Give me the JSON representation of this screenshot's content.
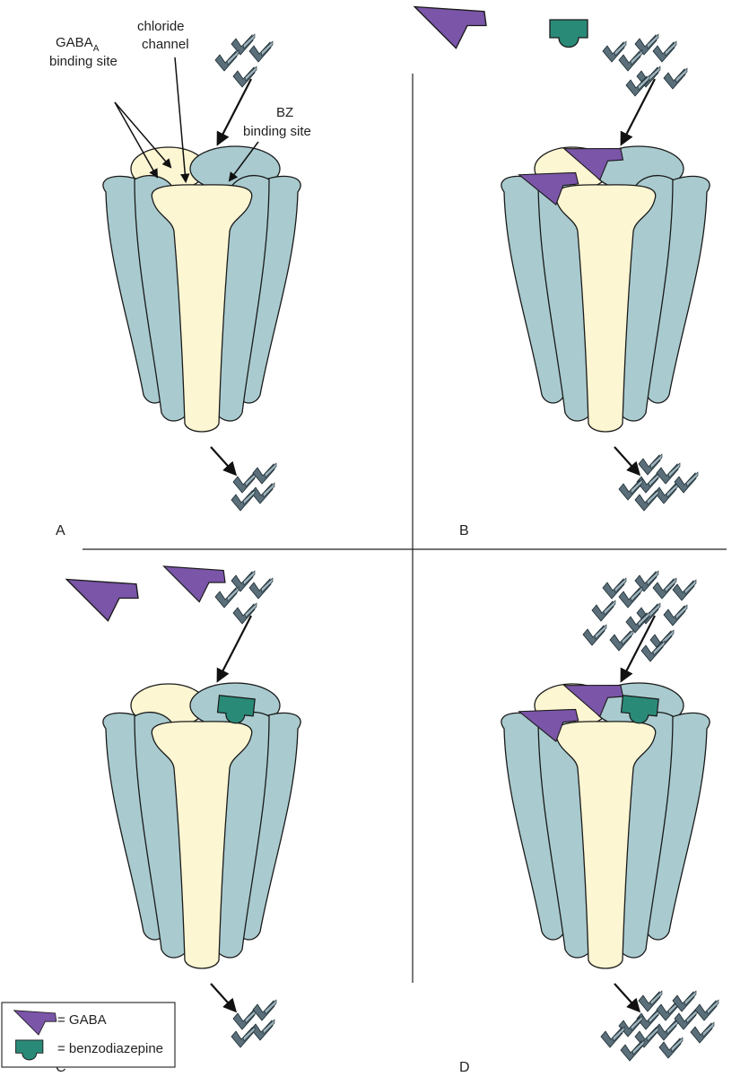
{
  "labels": {
    "gaba_site_main": "GABA",
    "gaba_site_sub": "A",
    "gaba_site_line2": "binding site",
    "chloride_line1": "chloride",
    "chloride_line2": "channel",
    "bz_line1": "BZ",
    "bz_line2": "binding site"
  },
  "panels": [
    {
      "letter": "A",
      "gaba_bound": false,
      "bz_bound": false,
      "channel_open": false,
      "ions_in": 4,
      "ions_out": 4
    },
    {
      "letter": "B",
      "gaba_bound": true,
      "bz_bound": false,
      "channel_open": true,
      "ions_in": 7,
      "ions_out": 7
    },
    {
      "letter": "C",
      "gaba_bound": false,
      "bz_bound": true,
      "channel_open": false,
      "ions_in": 4,
      "ions_out": 4
    },
    {
      "letter": "D",
      "gaba_bound": true,
      "bz_bound": true,
      "channel_open": true,
      "ions_in": 13,
      "ions_out": 13
    }
  ],
  "legend": {
    "items": [
      {
        "symbol": "gaba-shape",
        "label": "= GABA"
      },
      {
        "symbol": "benzodiazepine-shape",
        "label": "= benzodiazepine"
      }
    ]
  },
  "colors": {
    "subunit_blue": "#a9cbcf",
    "channel_cream": "#fdf6d2",
    "gaba_purple": "#7a55a8",
    "benzodiazepine_green": "#2a8a78",
    "ion_gray": "#4d6470",
    "outline": "#1a1a1a"
  }
}
